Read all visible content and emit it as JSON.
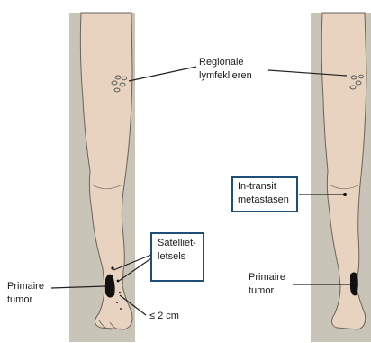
{
  "labels": {
    "regional_line1": "Regionale",
    "regional_line2": "lymfeklieren",
    "satellite_line1": "Satelliet-",
    "satellite_line2": "letsels",
    "primary_left_line1": "Primaire",
    "primary_left_line2": "tumor",
    "size": "≤ 2 cm",
    "intransit_line1": "In-transit",
    "intransit_line2": "metastasen",
    "primary_right_line1": "Primaire",
    "primary_right_line2": "tumor"
  },
  "colors": {
    "panel": "#c9c4b8",
    "skin": "#e7d3bf",
    "outline": "#6e625a",
    "lesion": "#111111",
    "box_border": "#1f4e79"
  }
}
